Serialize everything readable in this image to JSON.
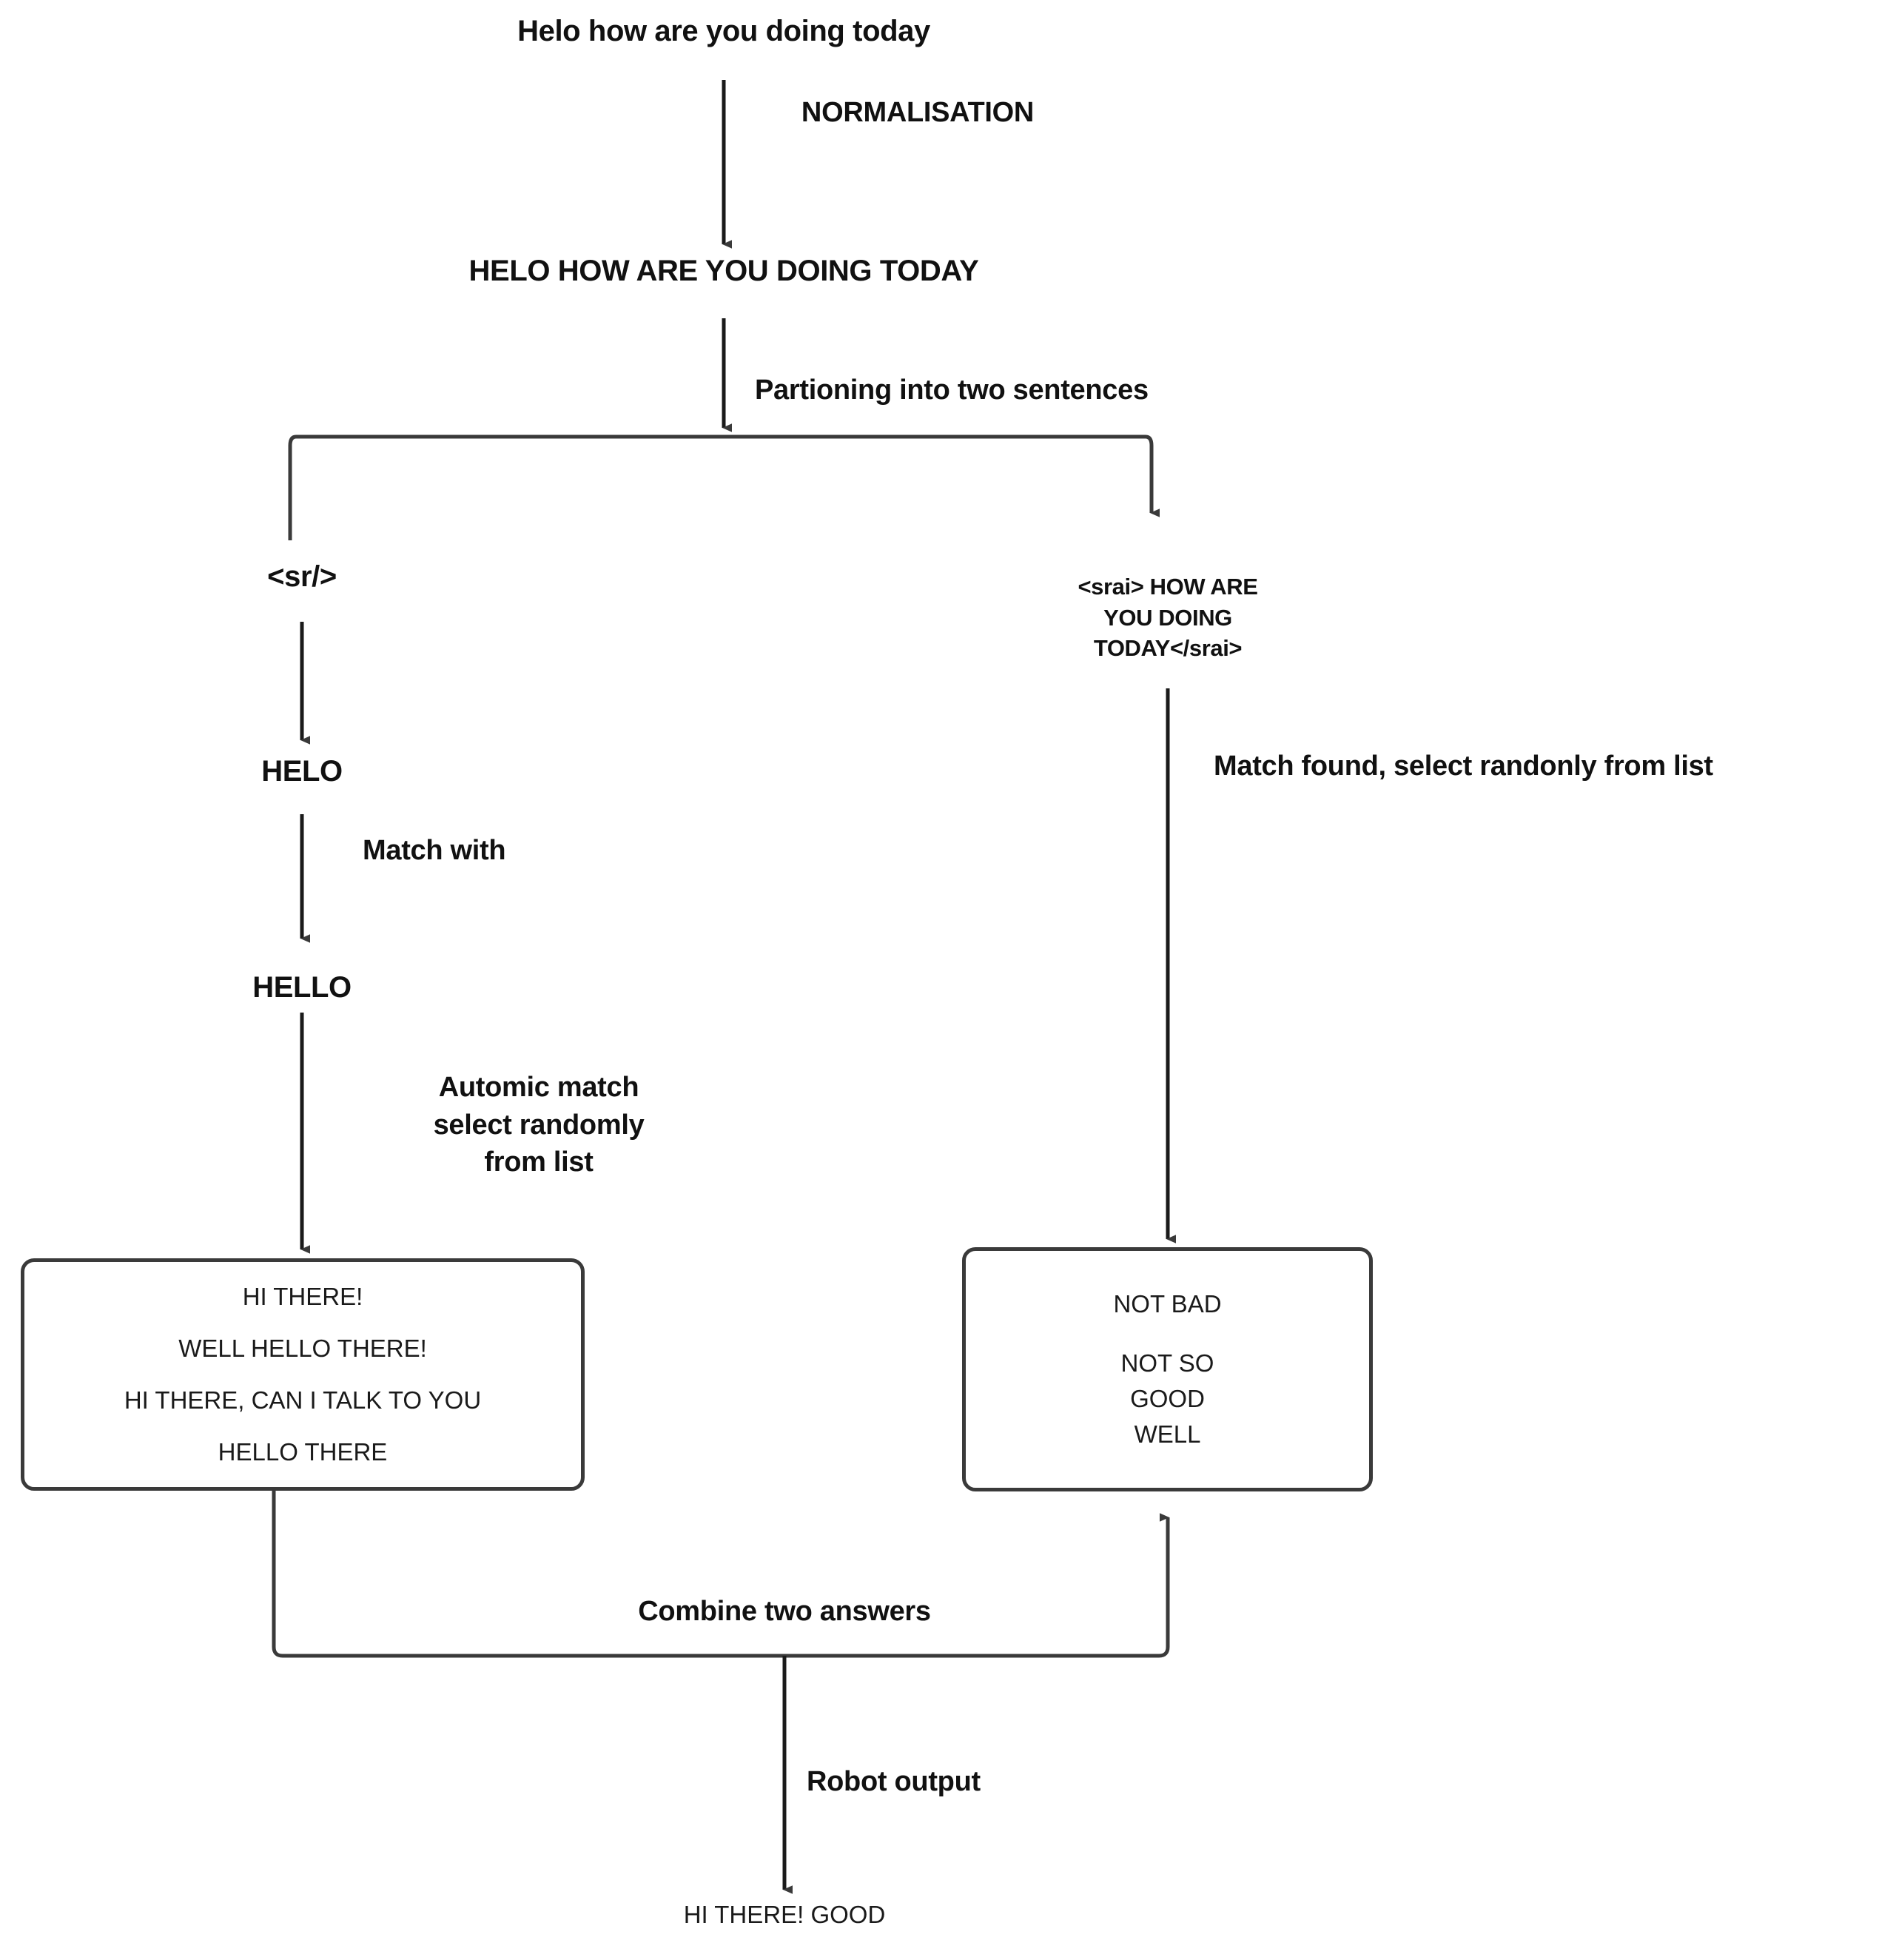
{
  "diagram": {
    "title": "AIML chatbot response generation flow",
    "stroke_color": "#3a3a3a",
    "text_color": "#111111",
    "background": "#ffffff"
  },
  "nodes": {
    "user_input": "Helo how are you doing today",
    "normalised_input": "HELO HOW ARE YOU DOING TODAY",
    "left_branch_tag": "<sr/>",
    "right_branch_tag": "<srai> HOW ARE\nYOU DOING\nTODAY</srai>",
    "left_token": "HELO",
    "left_matched_token": "HELLO",
    "final_output": "HI THERE! GOOD"
  },
  "labels": {
    "normalisation": "NORMALISATION",
    "partitioning": "Partioning into two sentences",
    "match_found": "Match found, select randonly from list",
    "match_with": "Match with",
    "atomic_match": "Automic match\nselect randomly\nfrom list",
    "combine": "Combine two answers",
    "robot_output": "Robot output"
  },
  "left_answer_box": {
    "name": "hello-responses",
    "items": [
      "HI THERE!",
      "WELL HELLO THERE!",
      "HI THERE, CAN I TALK TO YOU",
      "HELLO THERE"
    ]
  },
  "right_answer_box": {
    "name": "how-are-you-responses",
    "items": [
      "NOT BAD",
      "NOT SO",
      "GOOD",
      "WELL"
    ]
  }
}
